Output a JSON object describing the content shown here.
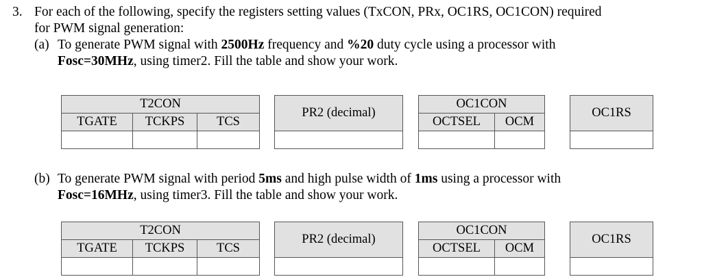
{
  "document": {
    "question_number": "3.",
    "intro_line_1": "For each of the following, specify the registers setting values (TxCON, PRx, OC1RS, OC1CON) required",
    "intro_line_2": "for PWM signal generation:",
    "shade_color": "#e1e1e1",
    "border_color": "#555555",
    "text_color": "#000000",
    "background_color": "#ffffff"
  },
  "parts": [
    {
      "marker": "(a)",
      "line1_pre": "To generate PWM signal with ",
      "line1_bold1": "2500Hz",
      "line1_mid": " frequency and ",
      "line1_bold2": "%20",
      "line1_post": " duty cycle using a processor with",
      "line2_bold": "Fosc=30MHz",
      "line2_post": ", using timer2. Fill the table and show your work."
    },
    {
      "marker": "(b)",
      "line1_pre": "To generate PWM signal with period ",
      "line1_bold1": "5ms",
      "line1_mid": " and high pulse width of ",
      "line1_bold2": "1ms",
      "line1_post": " using a processor with",
      "line2_bold": "Fosc=16MHz",
      "line2_post": ", using timer3. Fill the table and show your work."
    }
  ],
  "tables": {
    "t2con": {
      "title": "T2CON",
      "subheaders": [
        "TGATE",
        "TCKPS",
        "TCS"
      ],
      "answers": [
        "",
        "",
        ""
      ]
    },
    "pr2": {
      "title": "PR2 (decimal)",
      "answers": [
        ""
      ]
    },
    "oc1con": {
      "title": "OC1CON",
      "subheaders": [
        "OCTSEL",
        "OCM"
      ],
      "answers": [
        "",
        ""
      ]
    },
    "oc1rs": {
      "title": "OC1RS",
      "answers": [
        ""
      ]
    }
  }
}
